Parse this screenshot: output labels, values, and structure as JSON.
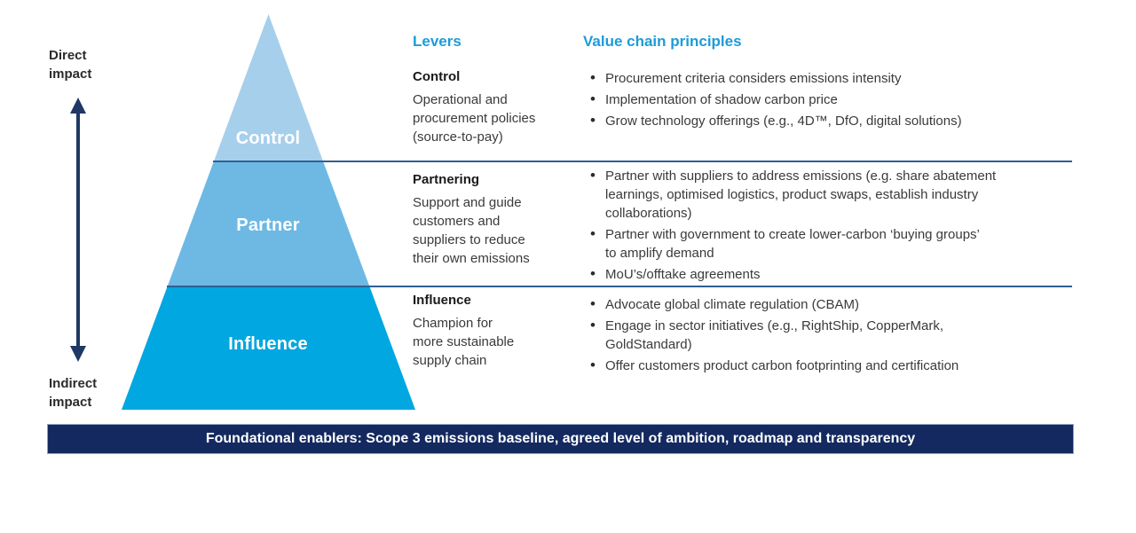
{
  "impact_axis": {
    "top_label": "Direct\nimpact",
    "bottom_label": "Indirect\nimpact"
  },
  "pyramid": {
    "levels": [
      {
        "label": "Control",
        "color": "#a6cfec"
      },
      {
        "label": "Partner",
        "color": "#6db9e4"
      },
      {
        "label": "Influence",
        "color": "#00a7e0"
      }
    ]
  },
  "table": {
    "levers_header": "Levers",
    "principles_header": "Value chain principles",
    "rows": [
      {
        "lever_title": "Control",
        "lever_desc": "Operational and\nprocurement policies\n(source-to-pay)",
        "bullets": [
          "Procurement criteria considers emissions intensity",
          "Implementation of shadow carbon price",
          "Grow technology offerings (e.g., 4D™, DfO, digital solutions)"
        ]
      },
      {
        "lever_title": "Partnering",
        "lever_desc": "Support and guide\ncustomers and\nsuppliers to reduce\ntheir own emissions",
        "bullets": [
          "Partner with suppliers to address emissions (e.g. share abatement\nlearnings, optimised logistics, product swaps, establish industry\ncollaborations)",
          "Partner with government to create lower-carbon ‘buying groups’\nto amplify demand",
          "MoU’s/offtake agreements"
        ]
      },
      {
        "lever_title": "Influence",
        "lever_desc": "Champion for\nmore sustainable\nsupply chain",
        "bullets": [
          "Advocate global climate regulation (CBAM)",
          "Engage in sector initiatives (e.g., RightShip, CopperMark,\nGoldStandard)",
          "Offer customers product carbon footprinting and certification"
        ]
      }
    ]
  },
  "banner": {
    "text": "Foundational enablers: Scope 3 emissions baseline, agreed level of ambition, roadmap and transparency"
  },
  "colors": {
    "heading_accent": "#1d9bd8",
    "divider": "#2e5f94",
    "arrow": "#1f3864",
    "banner_bg": "#13295f",
    "banner_text": "#ffffff"
  }
}
